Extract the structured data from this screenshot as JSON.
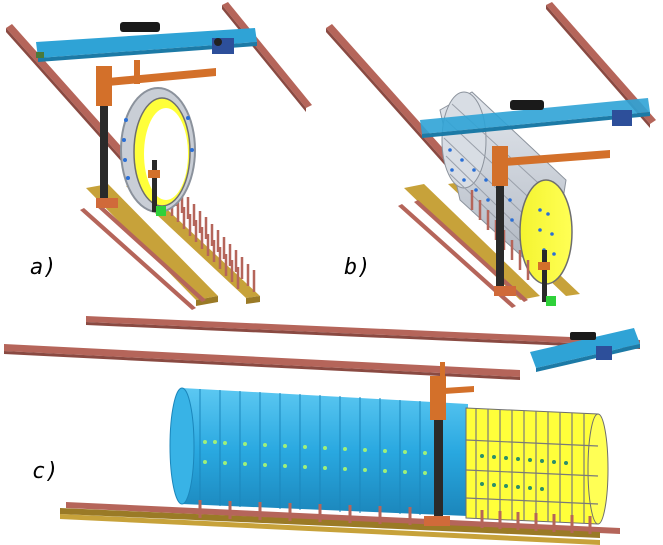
{
  "panels": [
    {
      "id": "a",
      "label": "a)"
    },
    {
      "id": "b",
      "label": "b)"
    },
    {
      "id": "c",
      "label": "c)"
    }
  ],
  "colors": {
    "rail": "#b5655a",
    "rail_dark": "#8a4a42",
    "crane_beam": "#2fa3d6",
    "crane_beam_dark": "#1c7aa6",
    "column": "#2a2a2a",
    "orange": "#d3702a",
    "barrel_blue": "#29a8e0",
    "barrel_gray": "#c9ced6",
    "disk_yellow": "#ffff3a",
    "disk_edge": "#6e6e6e",
    "base_wood": "#c7a23a",
    "base_wood_dark": "#9a7a26",
    "foot_orange": "#d06a3a",
    "green": "#2fd13a"
  },
  "icons": {
    "crane": "gantry-crane-icon",
    "column": "column-manipulator-icon",
    "ring": "ring-module-icon",
    "barrel": "barrel-assembly-icon"
  }
}
